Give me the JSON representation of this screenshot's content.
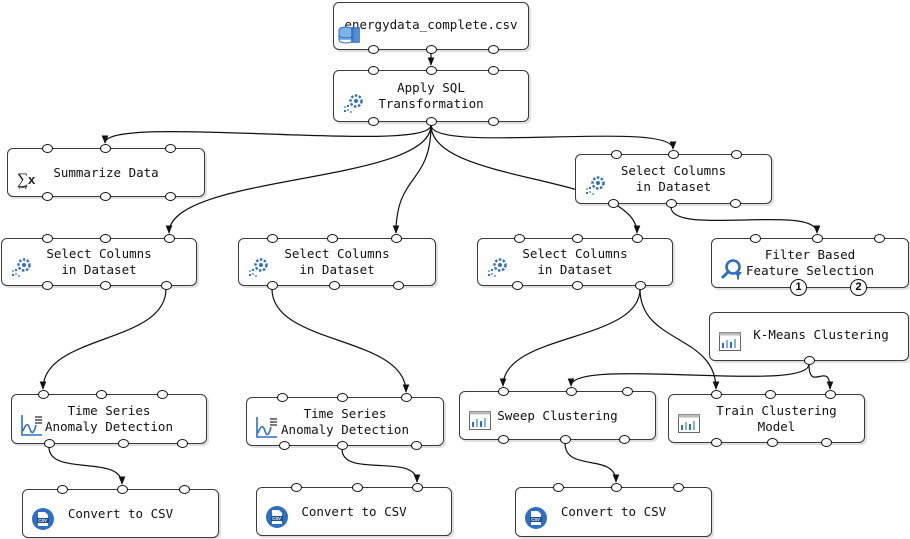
{
  "nodes": {
    "energydata": {
      "label": "energydata_complete.csv",
      "icon": "dataset-icon"
    },
    "apply_sql": {
      "label": "Apply SQL\nTransformation",
      "icon": "gear-transform-icon"
    },
    "summarize": {
      "label": "Summarize Data",
      "icon": "summation-icon"
    },
    "select_top_right": {
      "label": "Select Columns\nin Dataset",
      "icon": "gear-transform-icon"
    },
    "select_1": {
      "label": "Select Columns\nin Dataset",
      "icon": "gear-transform-icon"
    },
    "select_2": {
      "label": "Select Columns\nin Dataset",
      "icon": "gear-transform-icon"
    },
    "select_3": {
      "label": "Select Columns\nin Dataset",
      "icon": "gear-transform-icon"
    },
    "filter": {
      "label": "Filter Based\nFeature Selection",
      "icon": "search-filter-icon",
      "port_labels": [
        "1",
        "2"
      ]
    },
    "kmeans": {
      "label": "K-Means Clustering",
      "icon": "chart-window-icon"
    },
    "ts_anomaly_1": {
      "label": "Time Series\nAnomaly Detection",
      "icon": "anomaly-chart-icon"
    },
    "ts_anomaly_2": {
      "label": "Time Series\nAnomaly Detection",
      "icon": "anomaly-chart-icon"
    },
    "sweep": {
      "label": "Sweep Clustering",
      "icon": "chart-window-icon"
    },
    "train_cluster": {
      "label": "Train Clustering\nModel",
      "icon": "chart-window-icon"
    },
    "csv_1": {
      "label": "Convert to CSV",
      "icon": "csv-file-icon"
    },
    "csv_2": {
      "label": "Convert to CSV",
      "icon": "csv-file-icon"
    },
    "csv_3": {
      "label": "Convert to CSV",
      "icon": "csv-file-icon"
    }
  },
  "colors": {
    "border": "#3a3a3a",
    "port": "#111111",
    "edge": "#111111",
    "icon_blue": "#2e6fc4",
    "icon_light": "#7fb2e5"
  },
  "connections": [
    [
      "energydata",
      "apply_sql"
    ],
    [
      "apply_sql",
      "summarize"
    ],
    [
      "apply_sql",
      "select_top_right"
    ],
    [
      "apply_sql",
      "select_1"
    ],
    [
      "apply_sql",
      "select_2"
    ],
    [
      "apply_sql",
      "select_3"
    ],
    [
      "select_top_right",
      "filter"
    ],
    [
      "select_1",
      "ts_anomaly_1"
    ],
    [
      "select_2",
      "ts_anomaly_2"
    ],
    [
      "select_3",
      "sweep"
    ],
    [
      "select_3",
      "train_cluster"
    ],
    [
      "kmeans",
      "sweep"
    ],
    [
      "kmeans",
      "train_cluster"
    ],
    [
      "ts_anomaly_1",
      "csv_1"
    ],
    [
      "ts_anomaly_2",
      "csv_2"
    ],
    [
      "sweep",
      "csv_3"
    ]
  ]
}
